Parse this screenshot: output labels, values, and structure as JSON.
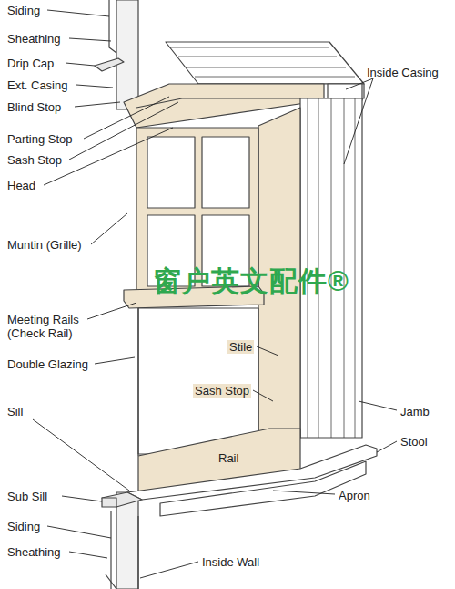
{
  "diagram": {
    "labels": [
      "Siding",
      "Sheathing",
      "Drip Cap",
      "Ext. Casing",
      "Blind Stop",
      "Parting Stop",
      "Sash Stop",
      "Head",
      "Muntin (Grille)",
      "Meeting Rails (Check Rail)",
      "Double Glazing",
      "Sill",
      "Sub Sill",
      "Siding",
      "Sheathing",
      "Inside Wall",
      "Inside Casing",
      "Stile",
      "Sash Stop",
      "Jamb",
      "Stool",
      "Rail",
      "Apron",
      "窗户英文配件®"
    ]
  }
}
